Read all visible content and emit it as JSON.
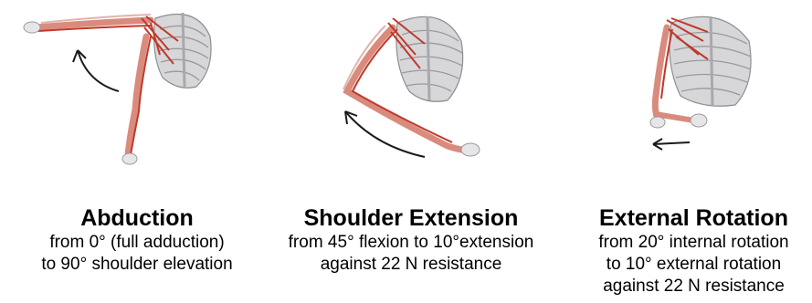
{
  "panels": [
    {
      "title": "Abduction",
      "lines": [
        "from 0° (full adduction)",
        "to 90° shoulder elevation"
      ]
    },
    {
      "title": "Shoulder Extension",
      "lines": [
        "from 45° flexion to 10°extension",
        "against 22 N resistance"
      ]
    },
    {
      "title": "External Rotation",
      "lines": [
        "from 20° internal rotation",
        "to 10° external rotation",
        "against 22 N resistance"
      ]
    }
  ],
  "colors": {
    "bone": "#c9c9cb",
    "bone_shadow": "#8e8e92",
    "muscle": "#c0392b",
    "muscle_light": "#d98b7e",
    "arrow": "#1a1a1a"
  }
}
